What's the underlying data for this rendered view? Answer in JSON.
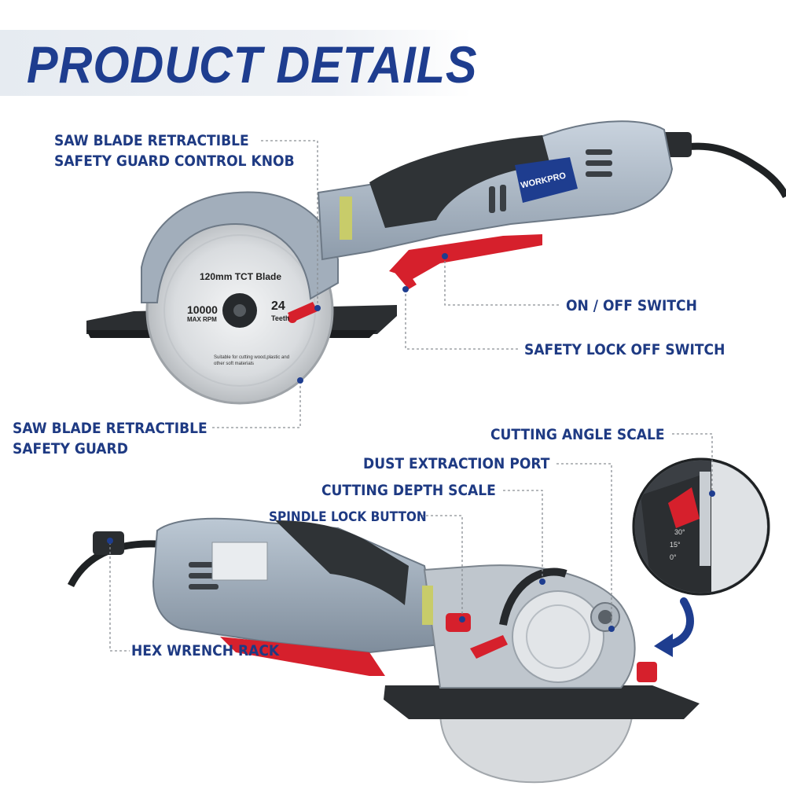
{
  "header": {
    "title": "PRODUCT DETAILS"
  },
  "callouts": {
    "guard_knob": {
      "line1": "SAW BLADE RETRACTIBLE",
      "line2": "SAFETY GUARD CONTROL KNOB"
    },
    "on_off_switch": "ON / OFF SWITCH",
    "safety_lock": "SAFETY LOCK OFF SWITCH",
    "guard": {
      "line1": "SAW BLADE RETRACTIBLE",
      "line2": "SAFETY GUARD"
    },
    "angle_scale": "CUTTING ANGLE SCALE",
    "dust_port": "DUST EXTRACTION PORT",
    "depth_scale": "CUTTING DEPTH SCALE",
    "spindle_lock": "SPINDLE LOCK BUTTON",
    "hex_rack": "HEX WRENCH RACK"
  },
  "product": {
    "brand": "WORKPRO",
    "blade_name": "120mm TCT Blade",
    "blade_rpm": "10000",
    "blade_rpm_unit": "MAX RPM",
    "blade_teeth": "24",
    "blade_teeth_unit": "Teeth",
    "blade_note_1": "Suitable for cutting wood,plastic and",
    "blade_note_2": "other soft materials",
    "angle_marks": [
      "30°",
      "15°",
      "0°"
    ]
  },
  "colors": {
    "accent_blue": "#1e3d8f",
    "label_blue": "#1e3a83",
    "tool_body": "#a9b6c4",
    "tool_grip": "#2f3336",
    "safety_red": "#d6202c"
  },
  "icons": {
    "zoom_arrow": "curved-arrow-icon",
    "marker": "dot-marker-icon"
  }
}
